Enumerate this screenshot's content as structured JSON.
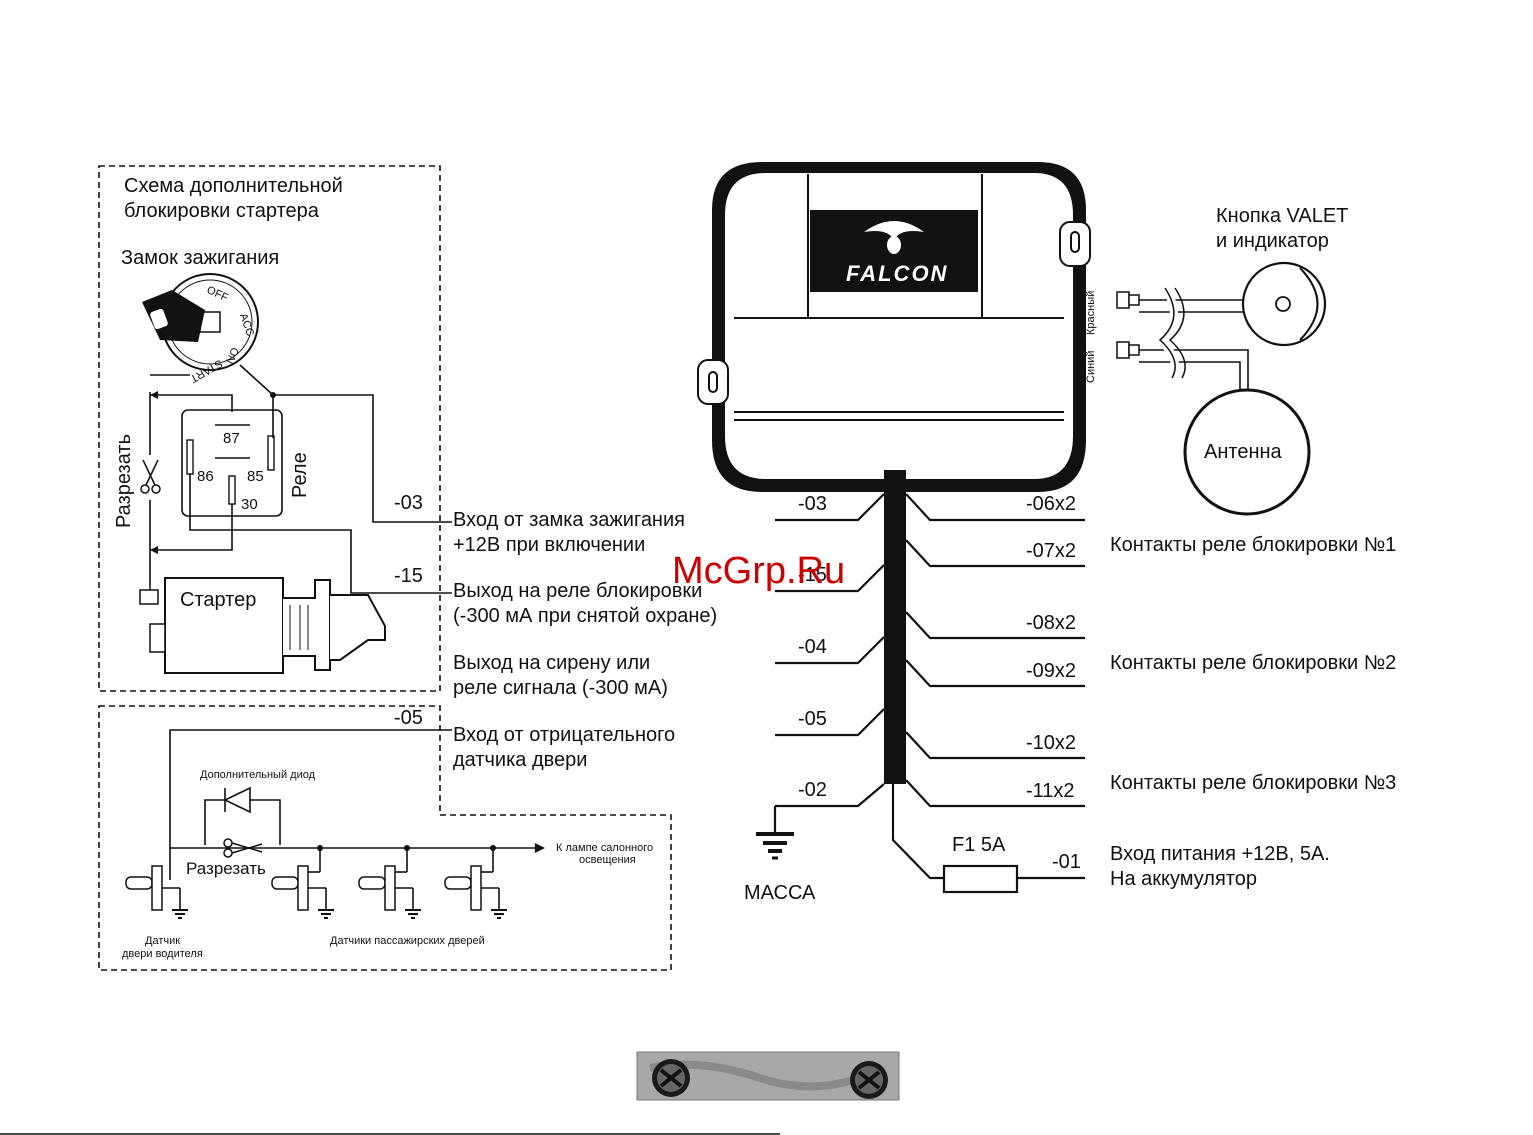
{
  "starter_block": {
    "title_line1": "Схема дополнительной",
    "title_line2": "блокировки стартера",
    "ignition_lock": "Замок зажигания",
    "key_positions": [
      "OFF",
      "ACC",
      "ON",
      "START"
    ],
    "relay_label": "Реле",
    "relay_pins": [
      "87",
      "86",
      "85",
      "30"
    ],
    "cut_label": "Разрезать",
    "starter_label": "Стартер"
  },
  "door_block": {
    "extra_diode": "Дополнительный диод",
    "cut_label": "Разрезать",
    "lamp_line1": "К лампе салонного",
    "lamp_line2": "освещения",
    "driver_sensor_line1": "Датчик",
    "driver_sensor_line2": "двери водителя",
    "passenger_sensors": "Датчики пассажирских дверей"
  },
  "left_wires": [
    {
      "pin": "-03",
      "desc1": "Вход от замка зажигания",
      "desc2": "+12В при включении"
    },
    {
      "pin": "-15",
      "desc1": "Выход на реле блокировки",
      "desc2": "(-300 мА при снятой охране)"
    },
    {
      "pin": "-04",
      "desc1": "Выход на сирену или",
      "desc2": "реле сигнала (-300 мА)"
    },
    {
      "pin": "-05",
      "desc1": "Вход от отрицательного",
      "desc2": "датчика двери"
    },
    {
      "pin": "-02",
      "desc1": "",
      "desc2": ""
    }
  ],
  "right_wires": [
    {
      "pin": "-06x2"
    },
    {
      "pin": "-07x2"
    },
    {
      "pin": "-08x2"
    },
    {
      "pin": "-09x2"
    },
    {
      "pin": "-10x2"
    },
    {
      "pin": "-11x2"
    }
  ],
  "relay_contacts": [
    "Контакты реле блокировки №1",
    "Контакты реле блокировки №2",
    "Контакты реле блокировки №3"
  ],
  "ground_label": "МАССА",
  "fuse_label": "F1 5A",
  "power_pin": "-01",
  "power_desc1": "Вход питания +12В, 5А.",
  "power_desc2": "На аккумулятор",
  "valet": {
    "line1": "Кнопка VALET",
    "line2": "и индикатор"
  },
  "wire_colors": {
    "red": "Красный",
    "blue": "Синий"
  },
  "antenna": "Антенна",
  "brand": "FALCON",
  "watermark": "McGrp.Ru",
  "watermark_color": "#cc0000"
}
